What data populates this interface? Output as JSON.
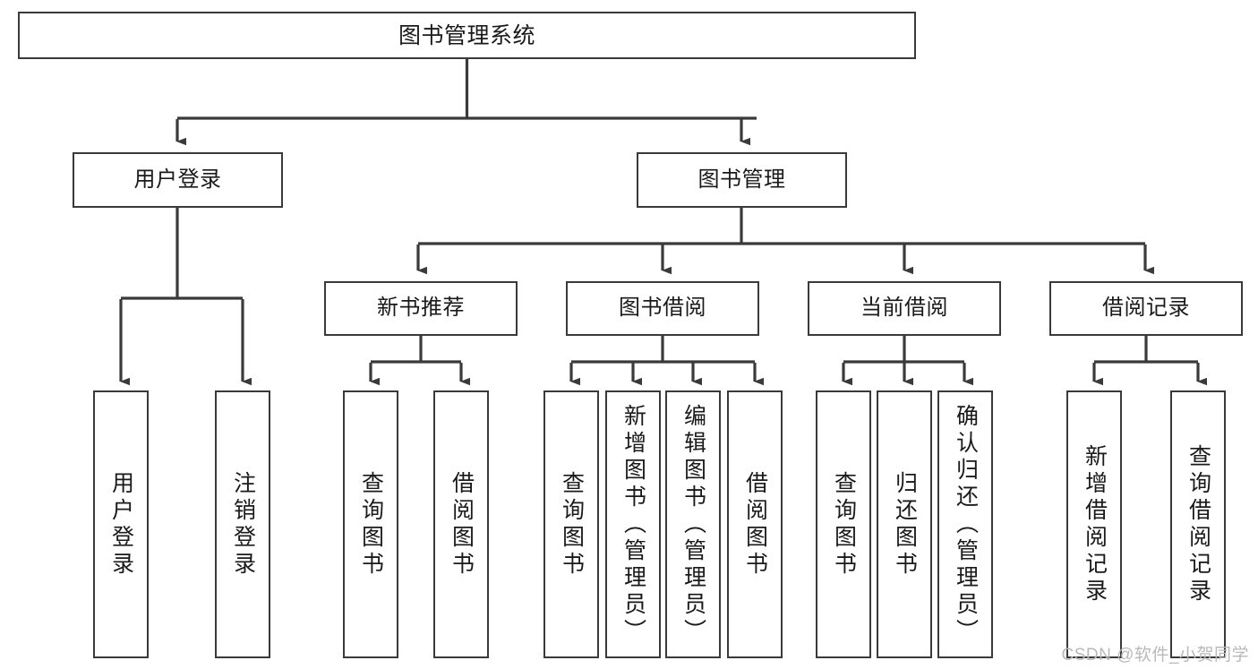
{
  "diagram": {
    "type": "tree-hierarchy-chart",
    "title": "图书管理系统",
    "watermark": "CSDN @软件_小贺同学",
    "colors": {
      "stroke": "#3a3a3a",
      "fill": "#ffffff",
      "text": "#1a1a1a",
      "watermark": "#b9b9b9"
    },
    "levels": {
      "level1": [
        {
          "id": "root",
          "label": "图书管理系统"
        }
      ],
      "level2": [
        {
          "id": "user-login",
          "label": "用户登录"
        },
        {
          "id": "book-management",
          "label": "图书管理"
        }
      ],
      "level3": [
        {
          "id": "new-book-recommend",
          "label": "新书推荐",
          "parent": "book-management"
        },
        {
          "id": "book-borrow",
          "label": "图书借阅",
          "parent": "book-management"
        },
        {
          "id": "current-borrow",
          "label": "当前借阅",
          "parent": "book-management"
        },
        {
          "id": "borrow-record",
          "label": "借阅记录",
          "parent": "book-management"
        }
      ],
      "level4": [
        {
          "id": "leaf-user-login",
          "label": "用户登录",
          "parent": "user-login"
        },
        {
          "id": "leaf-logout",
          "label": "注销登录",
          "parent": "user-login"
        },
        {
          "id": "leaf-query-book-1",
          "label": "查询图书",
          "parent": "new-book-recommend"
        },
        {
          "id": "leaf-borrow-book-1",
          "label": "借阅图书",
          "parent": "new-book-recommend"
        },
        {
          "id": "leaf-query-book-2",
          "label": "查询图书",
          "parent": "book-borrow"
        },
        {
          "id": "leaf-add-book",
          "label": "新增图书（管理员）",
          "parent": "book-borrow"
        },
        {
          "id": "leaf-edit-book",
          "label": "编辑图书（管理员）",
          "parent": "book-borrow"
        },
        {
          "id": "leaf-borrow-book-2",
          "label": "借阅图书",
          "parent": "book-borrow"
        },
        {
          "id": "leaf-query-book-3",
          "label": "查询图书",
          "parent": "current-borrow"
        },
        {
          "id": "leaf-return-book",
          "label": "归还图书",
          "parent": "current-borrow"
        },
        {
          "id": "leaf-confirm-return",
          "label": "确认归还（管理员）",
          "parent": "current-borrow"
        },
        {
          "id": "leaf-add-record",
          "label": "新增借阅记录",
          "parent": "borrow-record"
        },
        {
          "id": "leaf-query-record",
          "label": "查询借阅记录",
          "parent": "borrow-record"
        }
      ]
    }
  }
}
